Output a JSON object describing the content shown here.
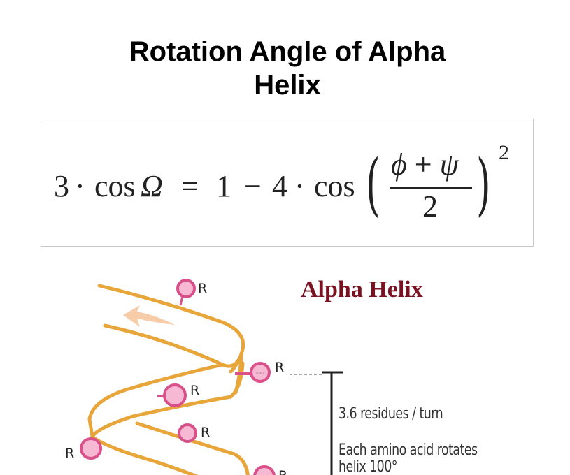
{
  "title": {
    "line1": "Rotation Angle of Alpha",
    "line2": "Helix"
  },
  "formula": {
    "lhs_coef": "3",
    "dot1": "·",
    "lhs_func": "cos",
    "lhs_var": "Ω",
    "equals": "=",
    "rhs_const": "1",
    "minus": "−",
    "rhs_coef": "4",
    "dot2": "·",
    "rhs_func": "cos",
    "paren_left": "(",
    "paren_right": ")",
    "numerator_phi": "ϕ",
    "numerator_plus": "+",
    "numerator_psi": "ψ",
    "denominator": "2",
    "exponent": "2"
  },
  "diagram": {
    "title": "Alpha Helix",
    "residue_label": "R",
    "notes": {
      "residues_per_turn": "3.6 residues / turn",
      "rotation_line1": "Each amino acid rotates",
      "rotation_line2": "helix 100°"
    },
    "colors": {
      "helix": "#e8a63a",
      "arrow": "#f5c7a0",
      "residue_stroke": "#d9508a",
      "residue_fill": "#f6b8d2",
      "title": "#7a1222"
    }
  }
}
